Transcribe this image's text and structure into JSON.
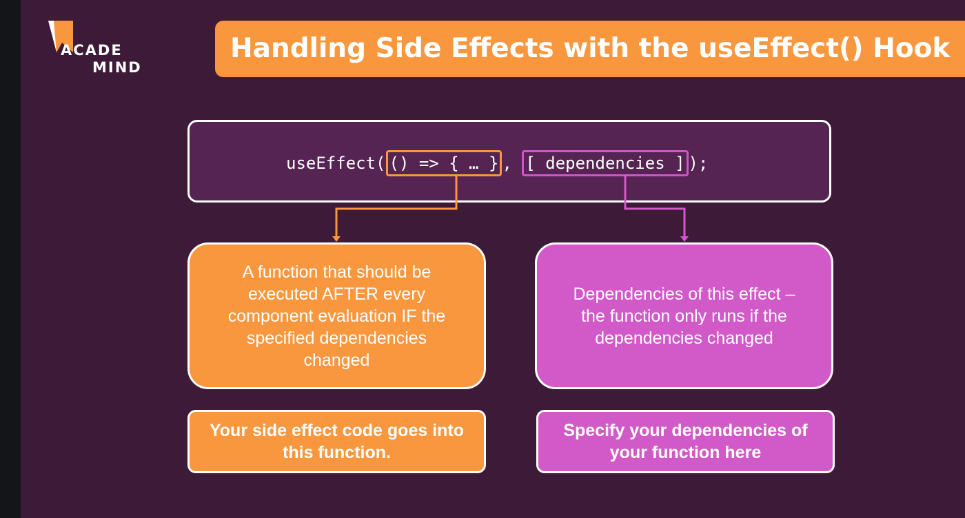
{
  "logo": {
    "line1": "ACADE",
    "line2": "MIND"
  },
  "title": "Handling Side Effects with the useEffect() Hook",
  "code": {
    "prefix": "useEffect(",
    "func_part": "() => { … }",
    "separator": ", ",
    "deps_part": "[ dependencies ]",
    "suffix": ");"
  },
  "boxes": {
    "function_desc": "A function that should be executed AFTER every component evaluation IF the specified dependencies changed",
    "deps_desc": "Dependencies of this effect – the function only runs if the dependencies changed",
    "function_note": "Your side effect code goes into this function.",
    "deps_note": "Specify your dependencies of your function here"
  },
  "colors": {
    "background": "#3d1a37",
    "orange": "#f9973f",
    "purple": "#d15ac8",
    "code_box": "#552452"
  }
}
